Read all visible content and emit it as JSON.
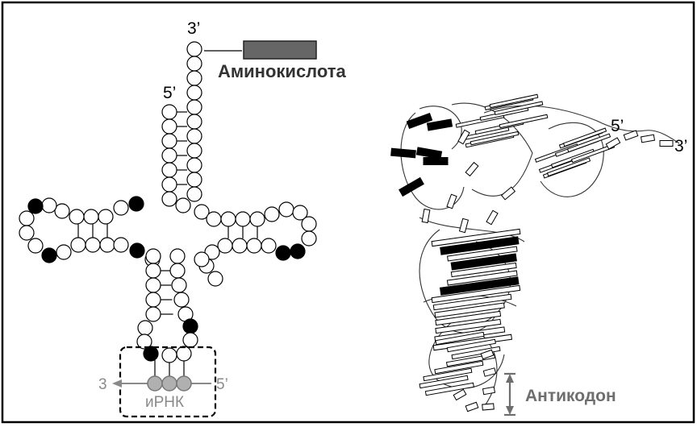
{
  "labels": {
    "three_prime_top": "3’",
    "five_prime_left": "5’",
    "amino_acid": "Аминокислота",
    "mrna_three": "3",
    "mrna_five": "5’",
    "mrna": "иРНК",
    "five_prime_3d": "5’",
    "three_prime_3d": "3’",
    "anticodon": "Антикодон"
  },
  "colors": {
    "frame": "#000000",
    "nucleotide_fill": "#ffffff",
    "nucleotide_modified": "#000000",
    "amino_acid_bar": "#666666",
    "mrna": "#8a8a8a",
    "anticodon_label": "#6e6e6e",
    "ribbon_dark": "#000000"
  }
}
